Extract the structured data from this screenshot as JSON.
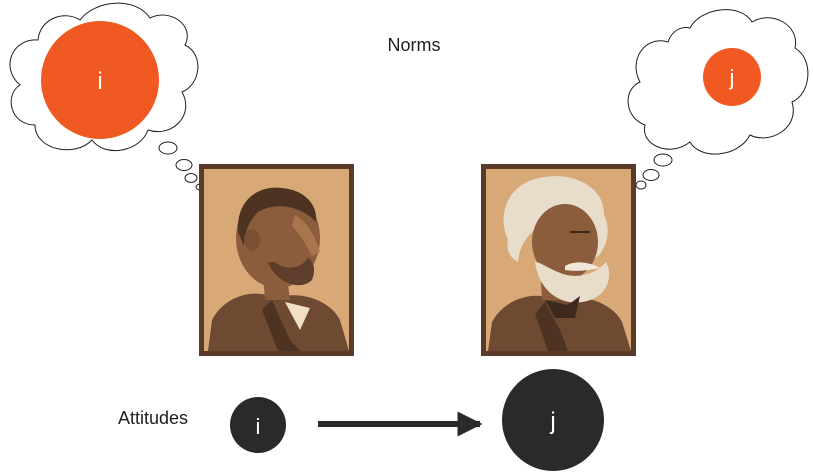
{
  "labels": {
    "norms": "Norms",
    "attitudes": "Attitudes"
  },
  "norm_circles": {
    "left": "i",
    "right": "j"
  },
  "attitude_circles": {
    "left": "i",
    "right": "j"
  },
  "colors": {
    "norm_fill": "#f05a22",
    "attitude_fill": "#2b2a2a",
    "arrow": "#2b2a2a",
    "portrait_bg": "#d9a877",
    "portrait_frame": "#5a3a28"
  }
}
